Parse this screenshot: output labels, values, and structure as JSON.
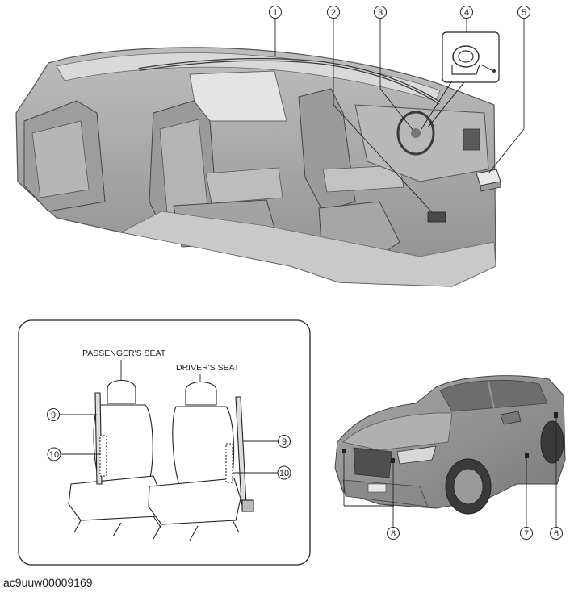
{
  "callouts": {
    "c1": "1",
    "c2": "2",
    "c3": "3",
    "c4": "4",
    "c5": "5",
    "c6": "6",
    "c7": "7",
    "c8": "8",
    "c9a": "9",
    "c9b": "9",
    "c10a": "10",
    "c10b": "10"
  },
  "labels": {
    "passenger_seat": "PASSENGER'S SEAT",
    "driver_seat": "DRIVER'S SEAT"
  },
  "figure_code": "ac9uuw00009169"
}
